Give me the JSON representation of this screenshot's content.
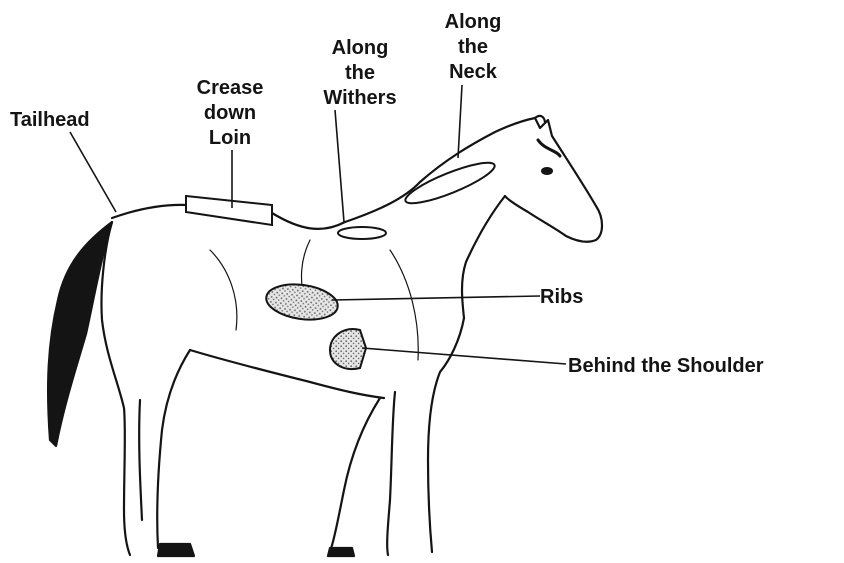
{
  "labels": {
    "tailhead": "Tailhead",
    "crease": [
      "Crease",
      "down",
      "Loin"
    ],
    "withers": [
      "Along",
      "the",
      "Withers"
    ],
    "neck": [
      "Along",
      "the",
      "Neck"
    ],
    "ribs": "Ribs",
    "shoulder": "Behind the Shoulder"
  },
  "colors": {
    "ink": "#141414",
    "background": "#ffffff",
    "stipple": "#9a9a9a"
  }
}
